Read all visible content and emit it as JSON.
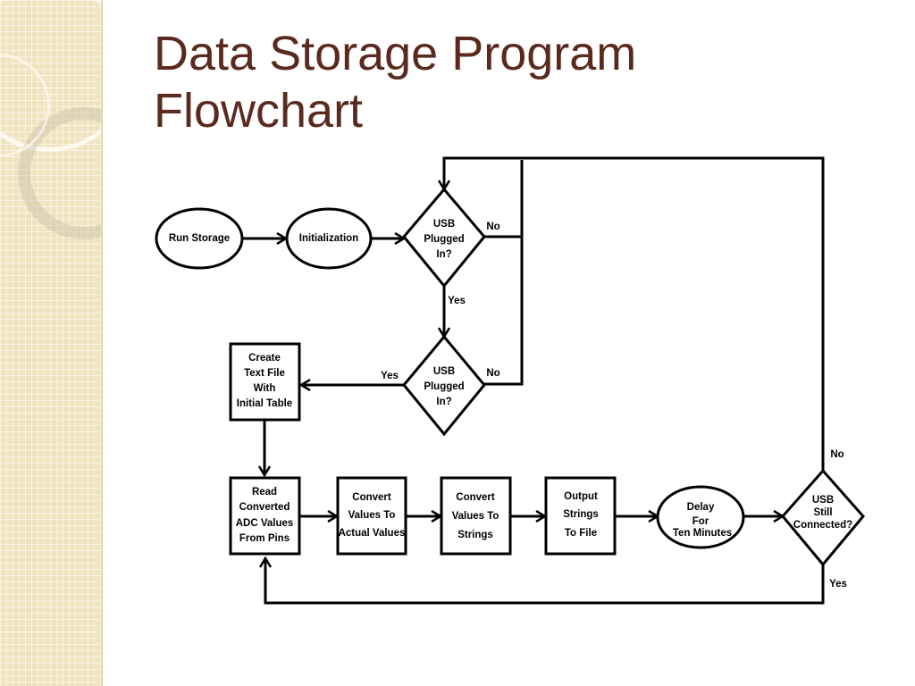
{
  "slide": {
    "title_line1": "Data Storage Program",
    "title_line2": "Flowchart"
  },
  "nodes": {
    "run_storage": "Run Storage",
    "initialization": "Initialization",
    "usb_plugged_1": [
      "USB",
      "Plugged",
      "In?"
    ],
    "usb_plugged_2": [
      "USB",
      "Plugged",
      "In?"
    ],
    "create_text_file": [
      "Create",
      "Text File",
      "With",
      "Initial Table"
    ],
    "read_adc": [
      "Read",
      "Converted",
      "ADC Values",
      "From Pins"
    ],
    "convert_actual": [
      "Convert",
      "Values To",
      "Actual Values"
    ],
    "convert_strings": [
      "Convert",
      "Values To",
      "Strings"
    ],
    "output_strings": [
      "Output",
      "Strings",
      "To File"
    ],
    "delay": [
      "Delay",
      "For",
      "Ten Minutes"
    ],
    "usb_still_connected": [
      "USB",
      "Still",
      "Connected?"
    ]
  },
  "edge_labels": {
    "no_1": "No",
    "yes_1": "Yes",
    "yes_2": "Yes",
    "no_2": "No",
    "no_3": "No",
    "yes_3": "Yes"
  }
}
